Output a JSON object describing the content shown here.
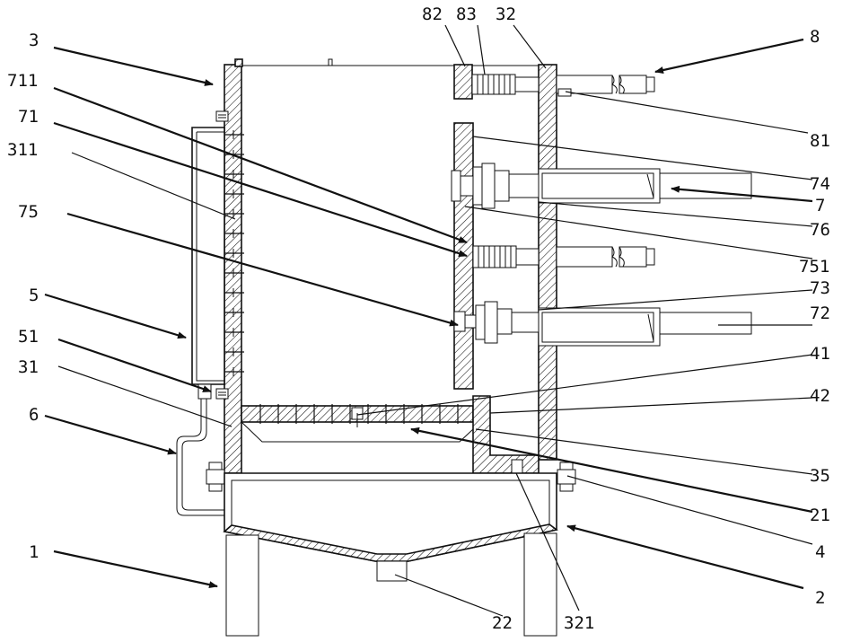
{
  "labels": {
    "l1": "1",
    "l2": "2",
    "l3": "3",
    "l4": "4",
    "l5": "5",
    "l6": "6",
    "l7": "7",
    "l8": "8",
    "l21": "21",
    "l22": "22",
    "l31": "31",
    "l32": "32",
    "l35": "35",
    "l41": "41",
    "l42": "42",
    "l51": "51",
    "l71": "71",
    "l72": "72",
    "l73": "73",
    "l74": "74",
    "l75": "75",
    "l76": "76",
    "l81": "81",
    "l82": "82",
    "l83": "83",
    "l311": "311",
    "l321": "321",
    "l711": "711",
    "l751": "751"
  }
}
